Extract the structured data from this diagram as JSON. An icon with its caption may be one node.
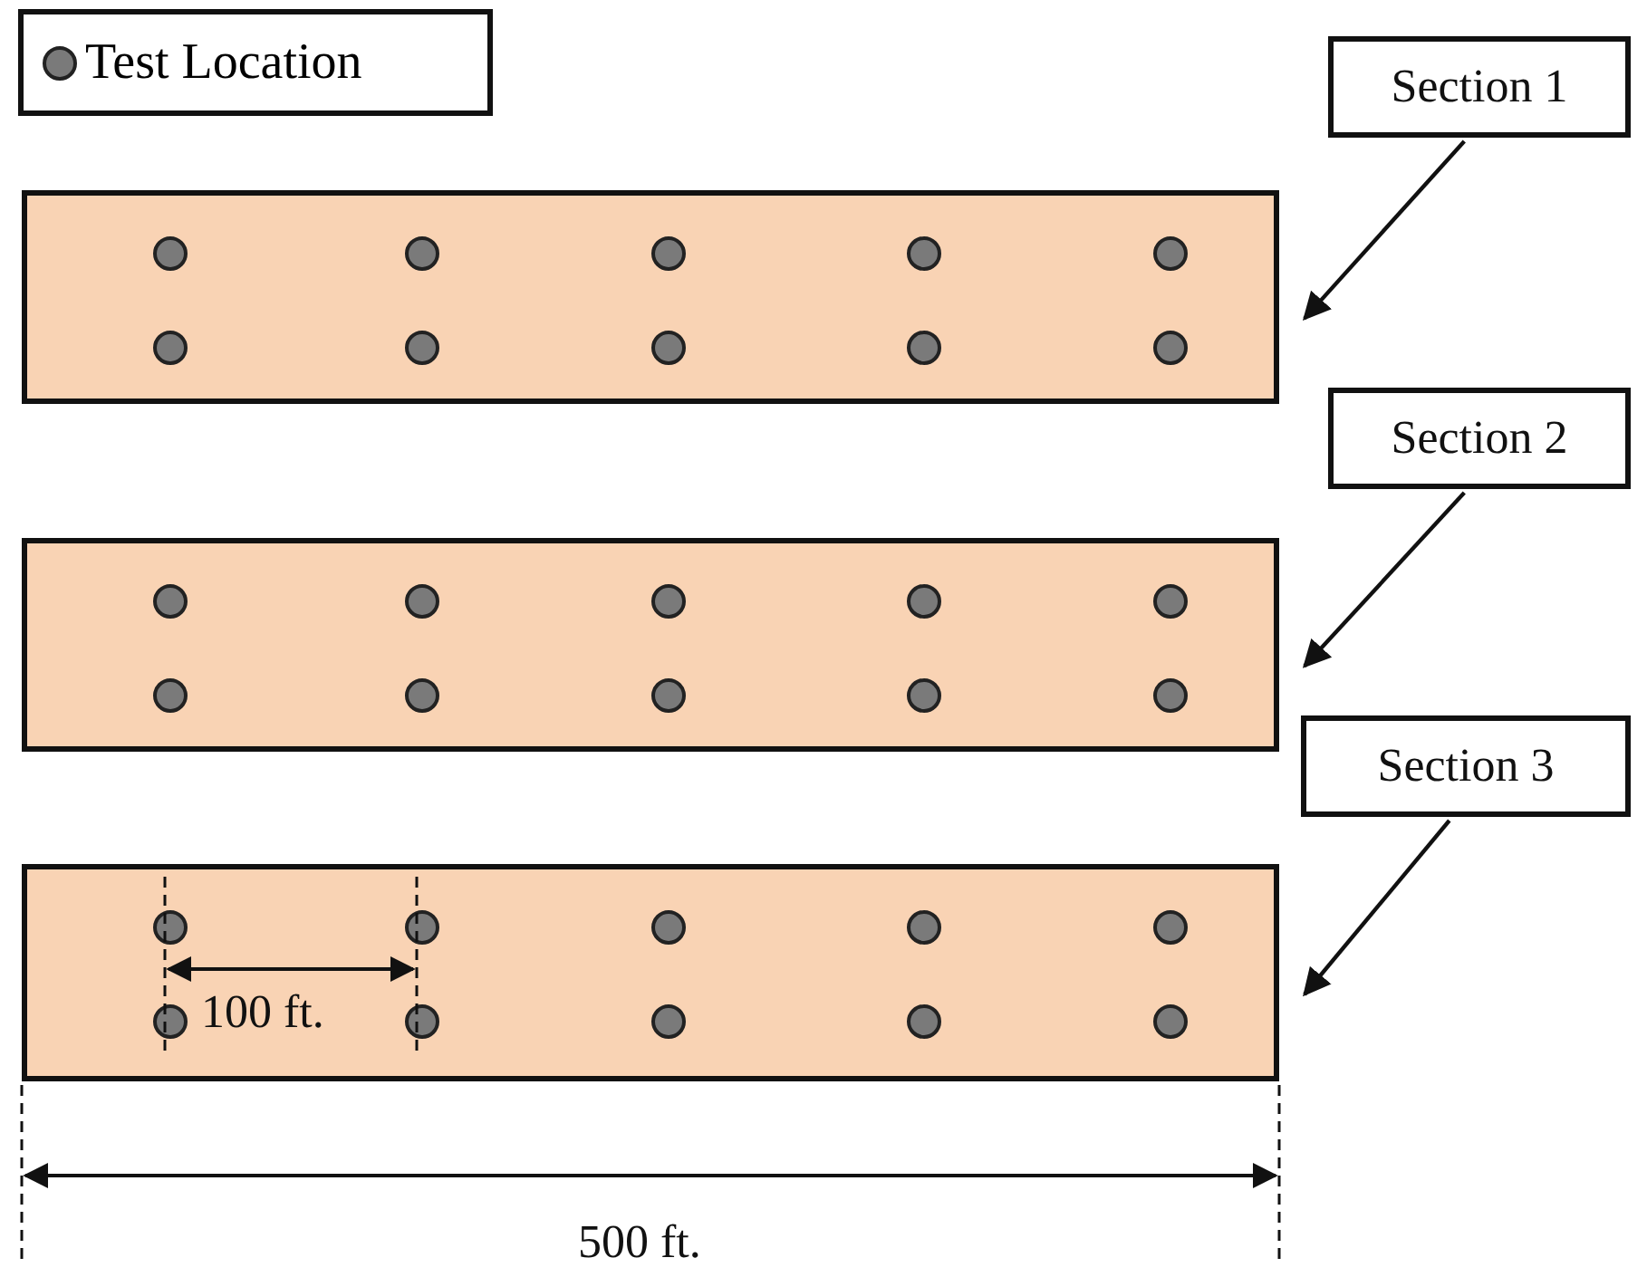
{
  "diagram": {
    "nodes": [
      {
        "text": [
          "Section 1"
        ]
      },
      {
        "text": [],
        "shape": "box"
      },
      {
        "text": [
          "Section 2"
        ]
      },
      {
        "text": [],
        "shape": "box"
      },
      {
        "text": [
          "Section 3"
        ]
      },
      {
        "text": [],
        "shape": "box"
      }
    ],
    "edges": [
      {
        "from": 0,
        "to": 1,
        "arrow": "to"
      },
      {
        "from": 2,
        "to": 3,
        "arrow": "to"
      },
      {
        "from": 4,
        "to": 5,
        "arrow": "to"
      }
    ],
    "labels": [
      "100 ft.",
      "500 ft."
    ],
    "legend": [
      {
        "text": "Test Location"
      }
    ]
  }
}
